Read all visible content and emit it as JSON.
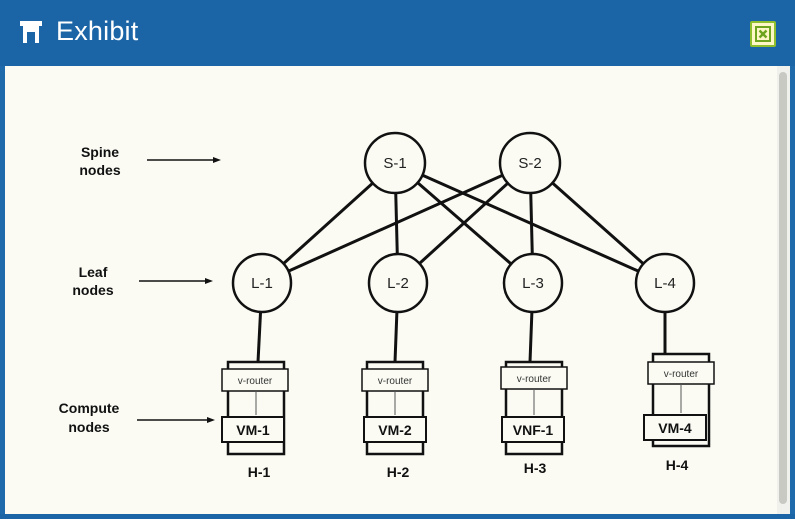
{
  "window": {
    "title": "Exhibit",
    "close_icon": "close-icon"
  },
  "diagram": {
    "labels": {
      "spine_line1": "Spine",
      "spine_line2": "nodes",
      "leaf_line1": "Leaf",
      "leaf_line2": "nodes",
      "compute_line1": "Compute",
      "compute_line2": "nodes"
    },
    "spines": [
      "S-1",
      "S-2"
    ],
    "leaves": [
      "L-1",
      "L-2",
      "L-3",
      "L-4"
    ],
    "hosts": [
      {
        "router": "v-router",
        "vm": "VM-1",
        "name": "H-1"
      },
      {
        "router": "v-router",
        "vm": "VM-2",
        "name": "H-2"
      },
      {
        "router": "v-router",
        "vm": "VNF-1",
        "name": "H-3"
      },
      {
        "router": "v-router",
        "vm": "VM-4",
        "name": "H-4"
      }
    ]
  }
}
